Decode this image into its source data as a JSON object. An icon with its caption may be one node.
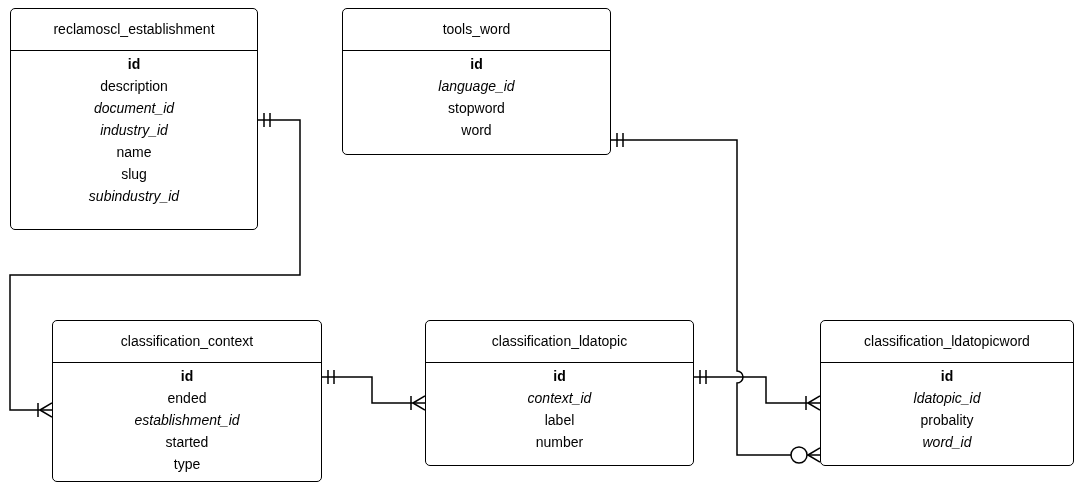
{
  "diagram": {
    "nodes": [
      {
        "text": [
          "reclamoscl_establishment",
          "**id**",
          "description",
          "*document_id*",
          "*industry_id*",
          "name",
          "slug",
          "*subindustry_id*"
        ]
      },
      {
        "text": [
          "tools_word",
          "**id**",
          "*language_id*",
          "stopword",
          "word"
        ]
      },
      {
        "text": [
          "classification_context",
          "**id**",
          "ended",
          "*establishment_id*",
          "started",
          "type"
        ]
      },
      {
        "text": [
          "classification_ldatopic",
          "**id**",
          "*context_id*",
          "label",
          "number"
        ]
      },
      {
        "text": [
          "classification_ldatopicword",
          "**id**",
          "*ldatopic_id*",
          "probality",
          "*word_id*"
        ]
      }
    ],
    "edges": [
      {
        "from": 0,
        "to": 2,
        "arrow": "other"
      },
      {
        "from": 1,
        "to": 4,
        "arrow": "other"
      },
      {
        "from": 2,
        "to": 3,
        "arrow": "other"
      },
      {
        "from": 3,
        "to": 4,
        "arrow": "other"
      }
    ]
  }
}
